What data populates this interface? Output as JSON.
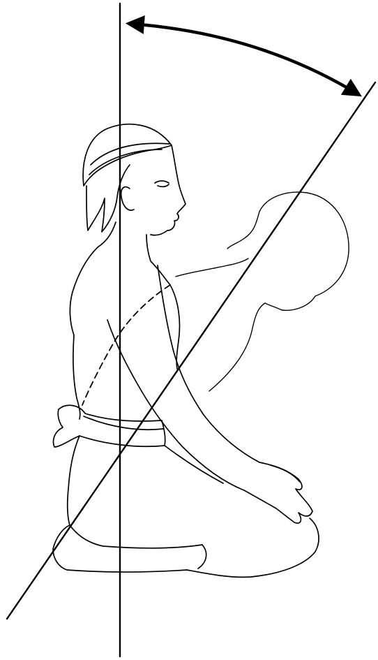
{
  "figure": {
    "kind": "posture-illustration",
    "line_color": "#000000",
    "background_color": "#ffffff",
    "elements": {
      "vertical_reference_line": "plumb-line",
      "tilted_line": "forward-bend-axis",
      "angle_arrow": "double-headed-curved-arrow",
      "seated_figure": "kneeling-figure-upright",
      "ghost_figure": "kneeling-figure-bent-forward",
      "spine_path": "dashed-spine-curve"
    }
  }
}
